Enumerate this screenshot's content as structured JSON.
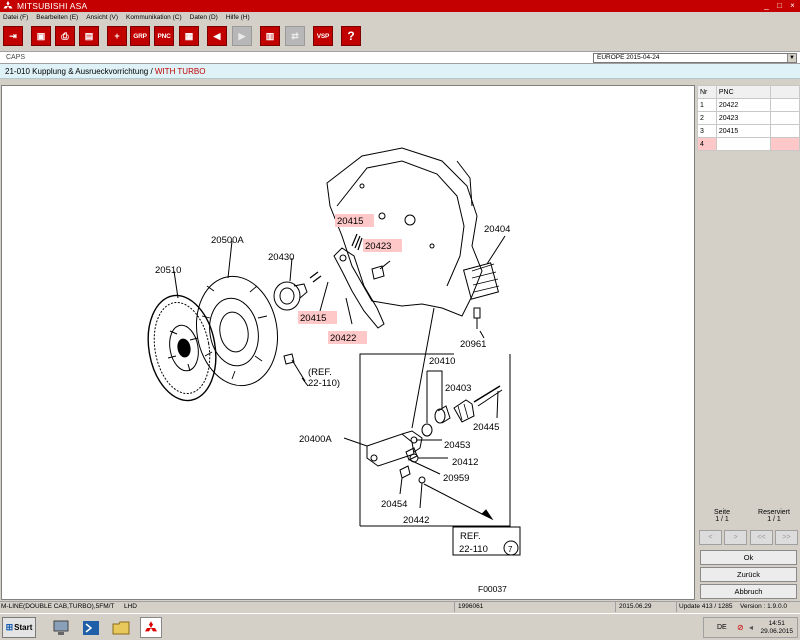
{
  "window": {
    "title": "MITSUBISHI ASA",
    "controls": [
      "_",
      "□",
      "×"
    ]
  },
  "menu": [
    "Datei (F)",
    "Bearbeiten (E)",
    "Ansicht (V)",
    "Kommunikation (C)",
    "Daten (D)",
    "Hilfe (H)"
  ],
  "toolbar": {
    "grp_label": "GRP",
    "pnc_label": "PNC",
    "vsp_label": "VSP",
    "help_label": "?"
  },
  "caps_label": "CAPS",
  "region": {
    "value": "EUROPE   2015-04-24"
  },
  "breadcrumb": {
    "code": "21-010",
    "title": "Kupplung & Ausrueckvorrichtung /",
    "variant": "WITH TURBO"
  },
  "diagram": {
    "labels": {
      "l20500a": "20500A",
      "l20510": "20510",
      "l20430": "20430",
      "l20404": "20404",
      "l20961": "20961",
      "l20400a": "20400A",
      "l20410": "20410",
      "l20403": "20403",
      "l20445": "20445",
      "l20453": "20453",
      "l20412": "20412",
      "l20959": "20959",
      "l20454": "20454",
      "l20442": "20442",
      "ref1a": "(REF.",
      "ref1b": "22-110)",
      "ref2a": "REF.",
      "ref2b": "22-110",
      "ref2c": "7",
      "fig": "F00037"
    },
    "highlighted": {
      "h20415a": "20415",
      "h20423": "20423",
      "h20415b": "20415",
      "h20422": "20422"
    }
  },
  "pnc_table": {
    "headers": [
      "Nr",
      "PNC"
    ],
    "rows": [
      {
        "nr": "1",
        "pnc": "20422"
      },
      {
        "nr": "2",
        "pnc": "20423"
      },
      {
        "nr": "3",
        "pnc": "20415"
      },
      {
        "nr": "4",
        "pnc": ""
      }
    ]
  },
  "paging": {
    "seite_label": "Seite",
    "seite_value": "1 / 1",
    "reserviert_label": "Reserviert",
    "reserviert_value": "1 / 1",
    "buttons": [
      "<",
      ">",
      "<<",
      ">>"
    ]
  },
  "actions": {
    "ok": "Ok",
    "back": "Zurück",
    "cancel": "Abbruch"
  },
  "status": {
    "model": "M-LINE(DOUBLE CAB,TURBO),5FM/T",
    "drive": "LHD",
    "code": "1996061",
    "date": "2015.06.29",
    "update": "Update 413 / 1285",
    "version": "Version : 1.9.0.0"
  },
  "taskbar": {
    "start": "Start",
    "lang": "DE",
    "time": "14:51",
    "date": "29.06.2015"
  },
  "colors": {
    "brand_red": "#c40000",
    "highlight_pink": "#ffc8c8",
    "crumb_bg": "#dff2f7"
  }
}
